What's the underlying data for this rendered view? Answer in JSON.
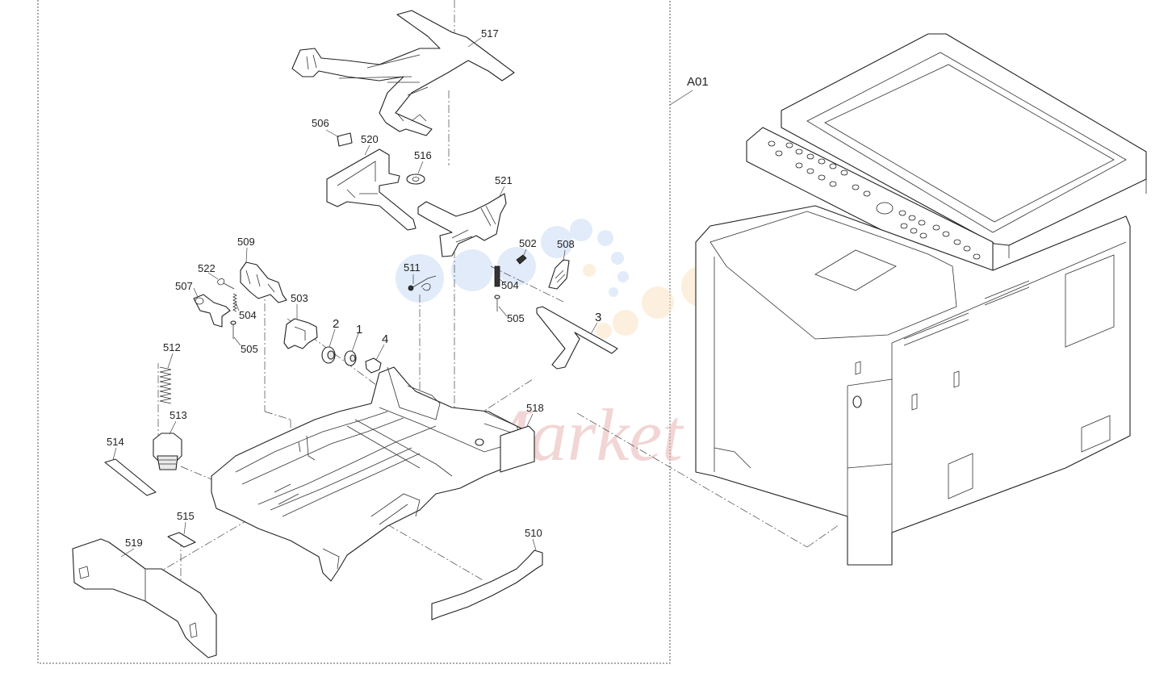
{
  "diagram": {
    "assembly_label": "A01",
    "watermark_text": "Market",
    "part_callouts": [
      {
        "id": "517",
        "label": "517"
      },
      {
        "id": "506",
        "label": "506"
      },
      {
        "id": "520",
        "label": "520"
      },
      {
        "id": "516",
        "label": "516"
      },
      {
        "id": "521",
        "label": "521"
      },
      {
        "id": "509",
        "label": "509"
      },
      {
        "id": "522",
        "label": "522"
      },
      {
        "id": "507",
        "label": "507"
      },
      {
        "id": "504a",
        "label": "504"
      },
      {
        "id": "505a",
        "label": "505"
      },
      {
        "id": "503",
        "label": "503"
      },
      {
        "id": "2",
        "label": "2"
      },
      {
        "id": "1",
        "label": "1"
      },
      {
        "id": "4",
        "label": "4"
      },
      {
        "id": "511",
        "label": "511"
      },
      {
        "id": "502",
        "label": "502"
      },
      {
        "id": "508",
        "label": "508"
      },
      {
        "id": "504b",
        "label": "504"
      },
      {
        "id": "505b",
        "label": "505"
      },
      {
        "id": "3",
        "label": "3"
      },
      {
        "id": "512",
        "label": "512"
      },
      {
        "id": "513",
        "label": "513"
      },
      {
        "id": "514",
        "label": "514"
      },
      {
        "id": "518",
        "label": "518"
      },
      {
        "id": "515",
        "label": "515"
      },
      {
        "id": "519",
        "label": "519"
      },
      {
        "id": "510",
        "label": "510"
      }
    ]
  }
}
